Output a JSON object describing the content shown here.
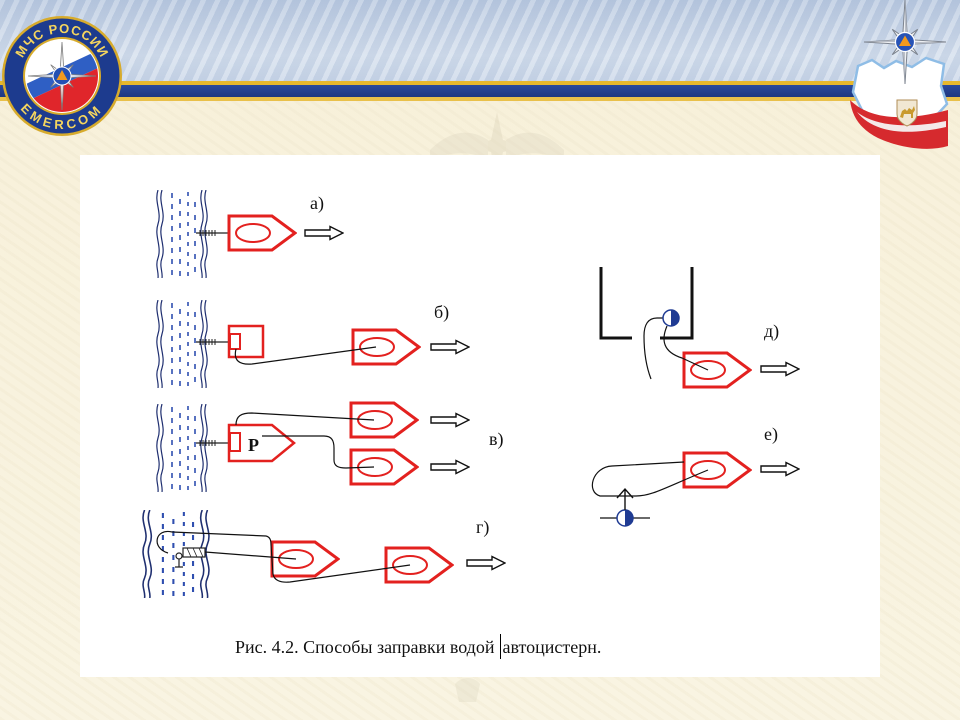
{
  "slide": {
    "logo_left": {
      "top_text": "МЧС РОССИИ",
      "bottom_text": "EMERCOM",
      "icon": "emercom-emblem-icon"
    },
    "logo_right": {
      "icon": "regional-emblem-icon"
    },
    "watermark": {
      "icon": "watermark-emblem-icon"
    },
    "colors": {
      "background": "#f8f2dd",
      "header_blue": "#c3d1e5",
      "stripe_navy": "#233f8f",
      "stripe_gold": "#e7b82c"
    }
  },
  "diagram": {
    "labels": {
      "a": "а)",
      "b": "б)",
      "v": "в)",
      "g": "г)",
      "d": "д)",
      "e": "е)"
    },
    "pump_label": "Р",
    "colors": {
      "truck": "#e3211f",
      "water": "#2f4fb0",
      "pump": "#1f3b93",
      "lines": "#111111"
    }
  },
  "caption": {
    "before_cursor": "Рис. 4.2. Способы заправки водой ",
    "after_cursor": "автоцистерн."
  }
}
